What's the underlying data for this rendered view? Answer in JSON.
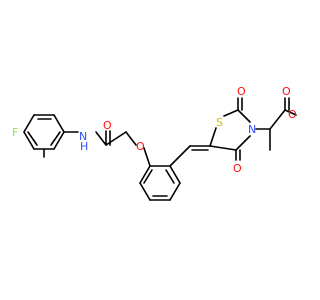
{
  "molecule": {
    "atoms": [
      {
        "id": "F1",
        "symbol": "F",
        "color": "#90e050"
      },
      {
        "id": "N_amide",
        "symbol": "N",
        "text": "H",
        "hcount": "N",
        "color": "#3050f8",
        "label": "NH"
      },
      {
        "id": "O_amide",
        "symbol": "O",
        "color": "#ff0d0d"
      },
      {
        "id": "O_ether",
        "symbol": "O",
        "color": "#ff0d0d"
      },
      {
        "id": "S1",
        "symbol": "S",
        "color": "#d4b800"
      },
      {
        "id": "O_ring_top",
        "symbol": "O",
        "color": "#ff0d0d"
      },
      {
        "id": "N_ring",
        "symbol": "N",
        "color": "#3050f8"
      },
      {
        "id": "O_ring_bottom",
        "symbol": "O",
        "color": "#ff0d0d"
      },
      {
        "id": "O_ester_carbonyl",
        "symbol": "O",
        "color": "#ff0d0d"
      },
      {
        "id": "O_ester",
        "symbol": "O",
        "color": "#ff0d0d"
      }
    ],
    "labels": {
      "F1": "F",
      "N_amide_N": "N",
      "N_amide_H": "H",
      "O_amide": "O",
      "O_ether": "O",
      "S1": "S",
      "O_ring_top": "O",
      "N_ring": "N",
      "O_ring_bottom": "O",
      "O_ester_carbonyl": "O",
      "O_ester": "O"
    },
    "colors": {
      "bond": "#000000",
      "fluorine": "#90e050",
      "nitrogen": "#3050f8",
      "oxygen": "#ff0d0d",
      "sulfur": "#d4b800"
    }
  }
}
